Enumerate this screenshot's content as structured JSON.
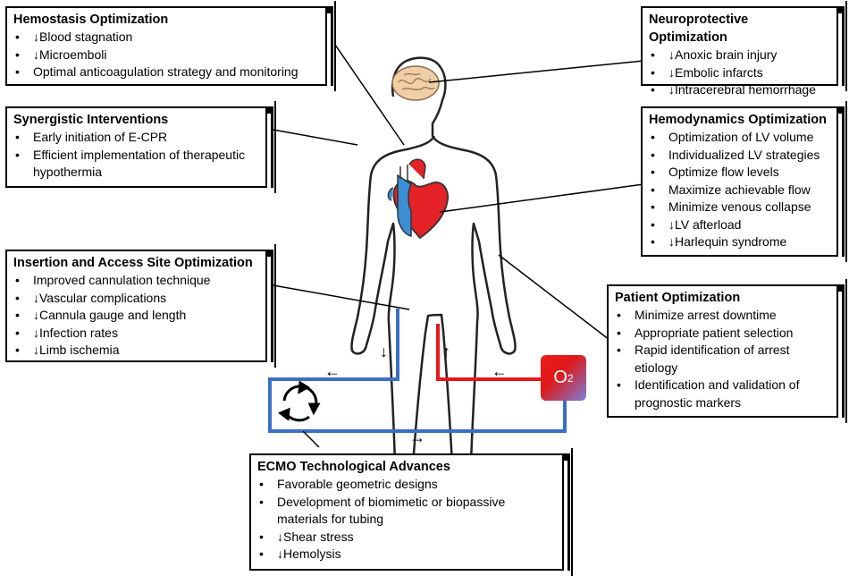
{
  "hemostasis": {
    "title": "Hemostasis Optimization",
    "items": [
      "↓Blood stagnation",
      "↓Microemboli",
      "Optimal anticoagulation strategy and monitoring"
    ]
  },
  "synergistic": {
    "title": "Synergistic Interventions",
    "items": [
      "Early initiation of E-CPR",
      "Efficient implementation of therapeutic hypothermia"
    ]
  },
  "insertion": {
    "title": "Insertion and Access Site Optimization",
    "items": [
      "Improved cannulation technique",
      "↓Vascular complications",
      "↓Cannula gauge and length",
      "↓Infection rates",
      "↓Limb ischemia"
    ]
  },
  "neuro": {
    "title": "Neuroprotective Optimization",
    "items": [
      "↓Anoxic brain injury",
      "↓Embolic infarcts",
      "↓Intracerebral hemorrhage"
    ]
  },
  "hemodynamics": {
    "title": "Hemodynamics Optimization",
    "items": [
      "Optimization of LV volume",
      "Individualized LV strategies",
      "Optimize flow levels",
      "Maximize achievable flow",
      "Minimize venous collapse",
      "↓LV afterload",
      "↓Harlequin syndrome"
    ]
  },
  "patient": {
    "title": "Patient Optimization",
    "items": [
      "Minimize arrest downtime",
      "Appropriate patient selection",
      "Rapid identification of arrest etiology",
      "Identification and validation of prognostic markers"
    ]
  },
  "ecmo": {
    "title": "ECMO Technological Advances",
    "items": [
      "Favorable geometric designs",
      "Development of biomimetic or biopassive materials for tubing",
      "↓Shear stress",
      "↓Hemolysis"
    ]
  },
  "oxygenator": {
    "label": "O",
    "sub": "2"
  },
  "arrows": {
    "left": "←",
    "right": "→",
    "down": "↓",
    "up": "↑"
  },
  "colors": {
    "venous": "#3b6fc4",
    "arterial": "#e8161b",
    "heart_red": "#e52227",
    "heart_blue": "#3a8fd6"
  }
}
